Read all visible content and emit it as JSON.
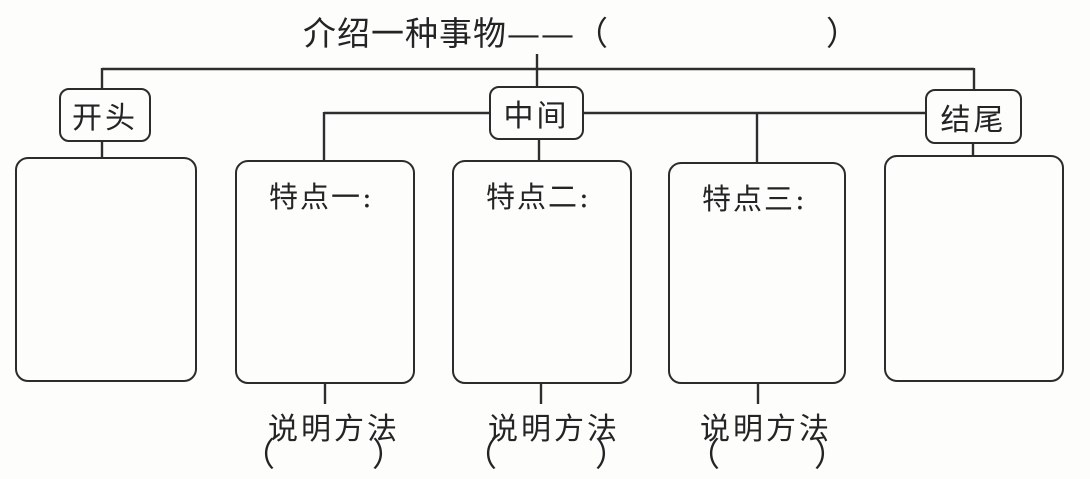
{
  "title": {
    "label": "介绍一种事物——",
    "open_paren": "（",
    "close_paren": "）"
  },
  "sections": {
    "beginning": "开头",
    "middle": "中间",
    "ending": "结尾"
  },
  "features": [
    {
      "label": "特点一:",
      "method_label": "说明方法",
      "open_paren": "（",
      "close_paren": "）"
    },
    {
      "label": "特点二:",
      "method_label": "说明方法",
      "open_paren": "（",
      "close_paren": "）"
    },
    {
      "label": "特点三:",
      "method_label": "说明方法",
      "open_paren": "（",
      "close_paren": "）"
    }
  ],
  "colors": {
    "stroke": "#2e2e2e",
    "background": "#fdfdfc",
    "text": "#242424"
  }
}
